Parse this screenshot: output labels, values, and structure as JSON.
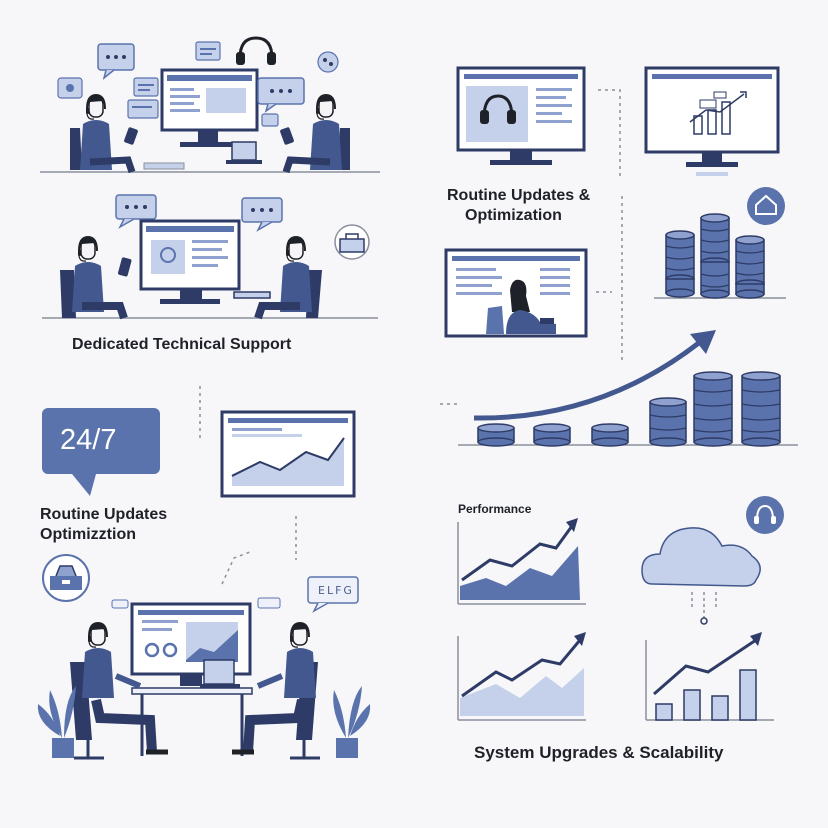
{
  "labels": {
    "dedicated_support": "Dedicated Technical Support",
    "routine_updates_top_line1": "Routine Updates &",
    "routine_updates_top_line2": "Optimization",
    "routine_updates_mid_line1": "Routine Updates",
    "routine_updates_mid_line2": "Optimizztion",
    "badge_24_7": "24/7",
    "performance": "Performance",
    "chat_bubble": "ELFG",
    "system_upgrades": "System Upgrades & Scalability"
  },
  "icons": [
    "headset-icon",
    "chat-bubble-icon",
    "toolbox-icon",
    "house-icon",
    "cloud-icon",
    "arrow-up-icon",
    "database-icon",
    "plant-icon"
  ],
  "colors": {
    "primary": "#5b73ad",
    "light": "#c5d0ea",
    "dark": "#2d3b66",
    "ink": "#1f2128",
    "background": "#f7f7f9"
  }
}
